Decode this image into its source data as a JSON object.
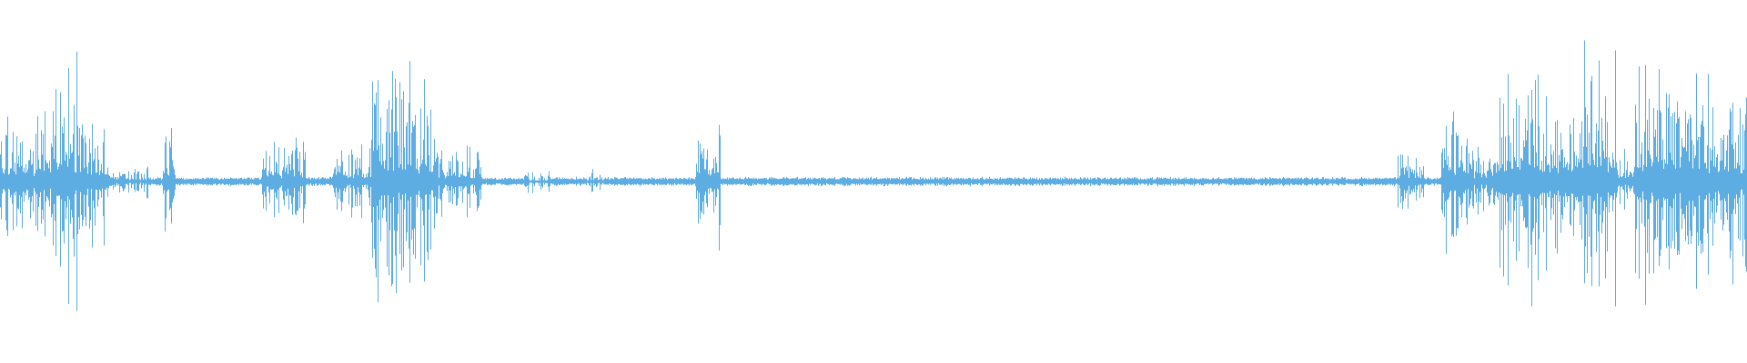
{
  "waveform": {
    "color": "#5dade2",
    "background": "#ffffff",
    "baseline_noise": 0.03,
    "segments": [
      {
        "start": 0.0,
        "end": 0.03,
        "amp": 0.55
      },
      {
        "start": 0.03,
        "end": 0.045,
        "amp": 0.95
      },
      {
        "start": 0.045,
        "end": 0.06,
        "amp": 0.55
      },
      {
        "start": 0.06,
        "end": 0.085,
        "amp": 0.15
      },
      {
        "start": 0.093,
        "end": 0.1,
        "amp": 0.6
      },
      {
        "start": 0.15,
        "end": 0.175,
        "amp": 0.35
      },
      {
        "start": 0.19,
        "end": 0.215,
        "amp": 0.3
      },
      {
        "start": 0.212,
        "end": 0.235,
        "amp": 1.0
      },
      {
        "start": 0.235,
        "end": 0.25,
        "amp": 0.75
      },
      {
        "start": 0.25,
        "end": 0.275,
        "amp": 0.3
      },
      {
        "start": 0.3,
        "end": 0.315,
        "amp": 0.1
      },
      {
        "start": 0.335,
        "end": 0.345,
        "amp": 0.1
      },
      {
        "start": 0.398,
        "end": 0.412,
        "amp": 0.55
      },
      {
        "start": 0.8,
        "end": 0.815,
        "amp": 0.25
      },
      {
        "start": 0.825,
        "end": 0.84,
        "amp": 0.7
      },
      {
        "start": 0.84,
        "end": 0.855,
        "amp": 0.35
      },
      {
        "start": 0.855,
        "end": 0.88,
        "amp": 1.0
      },
      {
        "start": 0.88,
        "end": 0.905,
        "amp": 0.85
      },
      {
        "start": 0.905,
        "end": 0.925,
        "amp": 1.0
      },
      {
        "start": 0.925,
        "end": 0.935,
        "amp": 0.3
      },
      {
        "start": 0.935,
        "end": 0.98,
        "amp": 1.0
      },
      {
        "start": 0.98,
        "end": 1.0,
        "amp": 0.75
      }
    ]
  }
}
